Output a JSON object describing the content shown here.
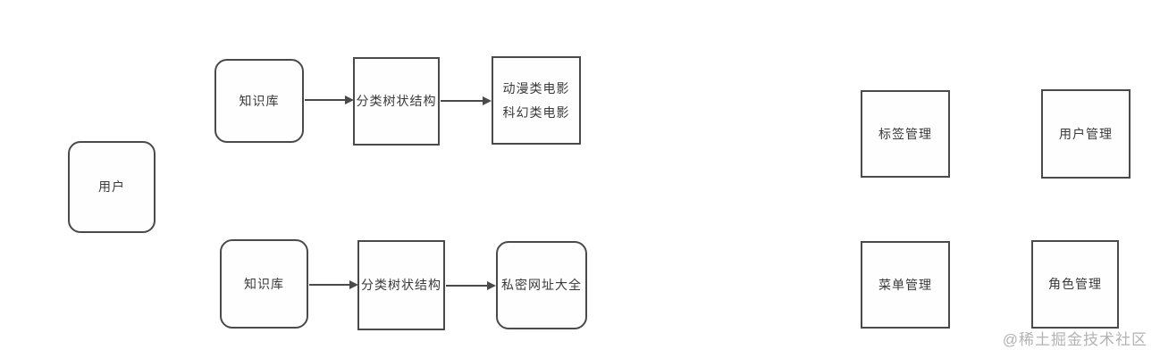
{
  "diagram": {
    "nodes": [
      {
        "id": "user",
        "label": "用户",
        "shape": "rounded"
      },
      {
        "id": "kb1",
        "label": "知识库",
        "shape": "rounded"
      },
      {
        "id": "tree1",
        "label": "分类树状结构",
        "shape": "rect"
      },
      {
        "id": "movies",
        "shape": "rect",
        "lines": [
          "动漫类电影",
          "科幻类电影"
        ]
      },
      {
        "id": "kb2",
        "label": "知识库",
        "shape": "rounded"
      },
      {
        "id": "tree2",
        "label": "分类树状结构",
        "shape": "rect"
      },
      {
        "id": "private",
        "label": "私密网址大全",
        "shape": "rounded"
      },
      {
        "id": "tags",
        "label": "标签管理",
        "shape": "rect"
      },
      {
        "id": "users",
        "label": "用户管理",
        "shape": "rect"
      },
      {
        "id": "menus",
        "label": "菜单管理",
        "shape": "rect"
      },
      {
        "id": "roles",
        "label": "角色管理",
        "shape": "rect"
      }
    ],
    "edges": [
      {
        "from": "kb1",
        "to": "tree1"
      },
      {
        "from": "tree1",
        "to": "movies"
      },
      {
        "from": "kb2",
        "to": "tree2"
      },
      {
        "from": "tree2",
        "to": "private"
      }
    ],
    "watermark": "@稀土掘金技术社区",
    "colors": {
      "stroke": "#4a4a4a",
      "text": "#3a3a3a",
      "background": "#ffffff",
      "watermark": "#b3b3b3"
    }
  }
}
